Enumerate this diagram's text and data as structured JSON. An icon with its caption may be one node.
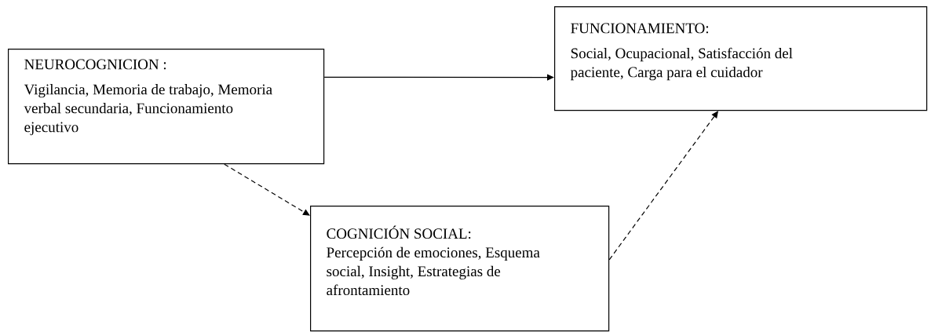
{
  "diagram": {
    "nodes": [
      {
        "text": [
          "NEUROCOGNICION :",
          "Vigilancia, Memoria de trabajo, Memoria verbal secundaria, Funcionamiento ejecutivo"
        ]
      },
      {
        "text": [
          "FUNCIONAMIENTO:",
          "Social, Ocupacional, Satisfacción del paciente, Carga para el cuidador"
        ]
      },
      {
        "text": [
          "COGNICIÓN SOCIAL:",
          "Percepción de emociones, Esquema social, Insight, Estrategias de afrontamiento"
        ]
      }
    ],
    "edges": [
      {
        "from": 0,
        "to": 1,
        "arrow": "to"
      },
      {
        "from": 0,
        "to": 2,
        "arrow": "to",
        "style": "dashed"
      },
      {
        "from": 2,
        "to": 1,
        "arrow": "to",
        "style": "dashed"
      }
    ]
  }
}
